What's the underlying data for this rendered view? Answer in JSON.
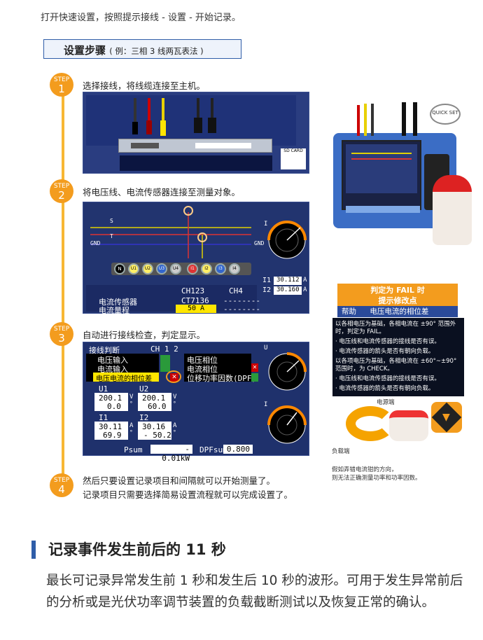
{
  "intro": "打开快速设置，按照提示接线 - 设置 - 开始记录。",
  "steps_title": "设置步骤",
  "steps_subtitle": "( 例：三相 3 线两瓦表法 )",
  "step_label": "STEP",
  "steps": [
    {
      "num": "1",
      "text": "选择接线，将线缆连接至主机。"
    },
    {
      "num": "2",
      "text": "将电压线、电流传感器连接至测量对象。"
    },
    {
      "num": "3",
      "text": "自动进行接线检查，判定显示。"
    },
    {
      "num": "4",
      "text": "然后只要设置记录项目和间隔就可以开始测量了。",
      "text2": "记录项目只需要选择简易设置流程就可以完成设置了。"
    }
  ],
  "screen1": {
    "sdcard": "SD CARD"
  },
  "screen2": {
    "channels": [
      "N",
      "U1",
      "U2",
      "U3",
      "U4",
      "I1",
      "I2",
      "I3",
      "I4"
    ],
    "i1_label": "I1",
    "i1_value": "30.112",
    "i1_unit": "A",
    "i2_label": "I2",
    "i2_value": "30.160",
    "i2_unit": "A",
    "col1": "CH123",
    "col2": "CH4",
    "row1_label": "电流传感器",
    "row1_v1": "CT7136",
    "row1_v2": "--------",
    "row2_label": "电流量程",
    "row2_v1": "50 A",
    "row2_v2": "--------",
    "labels": {
      "s": "S",
      "t": "T",
      "gnd": "GND",
      "gnd2": "GND",
      "i": "I"
    }
  },
  "screen3": {
    "title": "接线判断",
    "ch": "CH 1 2",
    "rows_left": [
      "电压输入",
      "电流输入",
      "电压电流的相位差"
    ],
    "rows_right": [
      "电压相位",
      "电流相位",
      "位移功率因数(DPF)"
    ],
    "u1": "U1",
    "u2": "U2",
    "i1": "I1",
    "i2": "I2",
    "u1_v": "200.1",
    "u1_a": "0.0",
    "u2_v": "200.1",
    "u2_a": "60.0",
    "i1_v": "30.11",
    "i1_a": "69.9",
    "i2_v": "30.16",
    "i2_a": "- 50.2",
    "unit_v": "V",
    "unit_a": "A",
    "deg": "°",
    "psum_label": "Psum",
    "psum_value": "- 0.01kW",
    "dpf_label": "DPFsum",
    "dpf_value": "0.800",
    "u_label": "U",
    "i_label": "I"
  },
  "device": {
    "quick_set": "QUICK SET"
  },
  "fail_panel": {
    "title1": "判定为 FAIL 时",
    "title2": "提示修改点",
    "help": "帮助",
    "help_topic": "电压电流的相位差",
    "p1": "以各相电压为基础，各相电流在 ±90° 范围外时，判定为 FAIL。",
    "p2": "· 电压线和电流传感器的接线是否有误。",
    "p3": "· 电流传感器的箭头是否有朝向负载。",
    "p4": "以各项电压为基础，各相电流在 ±60°~±90° 范围时，为 CHECK。",
    "p5": "· 电压线和电流传感器的接线是否有误。",
    "p6": "· 电流传感器的箭头是否有朝向负载。"
  },
  "clamp": {
    "source": "电源端",
    "load": "负载端",
    "caption1": "假如弄错电流钳的方向，",
    "caption2": "则无法正确测量功率和功率因数。"
  },
  "section": {
    "title": "记录事件发生前后的 11 秒",
    "body": "最长可记录异常发生前 1 秒和发生后 10 秒的波形。可用于发生异常前后的分析或是光伏功率调节装置的负载截断测试以及恢复正常的确认。"
  },
  "colors": {
    "accent_blue": "#2f5da8",
    "step_orange": "#f39c1e",
    "screen_blue": "#203060",
    "highlight": "#ffe600"
  }
}
